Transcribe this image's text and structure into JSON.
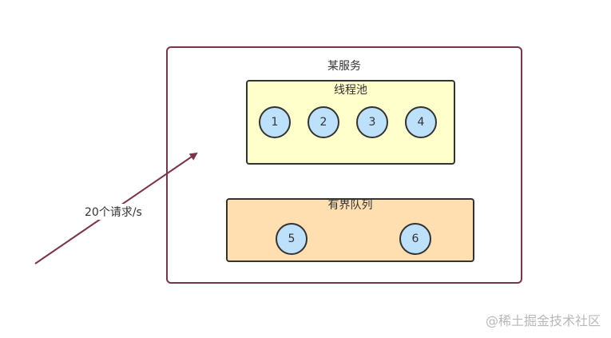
{
  "service": {
    "title": "某服务"
  },
  "thread_pool": {
    "title": "线程池",
    "threads": [
      "1",
      "2",
      "3",
      "4"
    ]
  },
  "bounded_queue": {
    "title": "有界队列",
    "items": [
      "5",
      "6"
    ]
  },
  "incoming": {
    "label": "20个请求/s"
  },
  "watermark": "@稀土掘金技术社区",
  "colors": {
    "service_border": "#7b3548",
    "pool_fill": "#ffffcc",
    "queue_fill": "#ffdeb0",
    "circle_fill": "#bde0fb",
    "arrow": "#7b3548"
  }
}
